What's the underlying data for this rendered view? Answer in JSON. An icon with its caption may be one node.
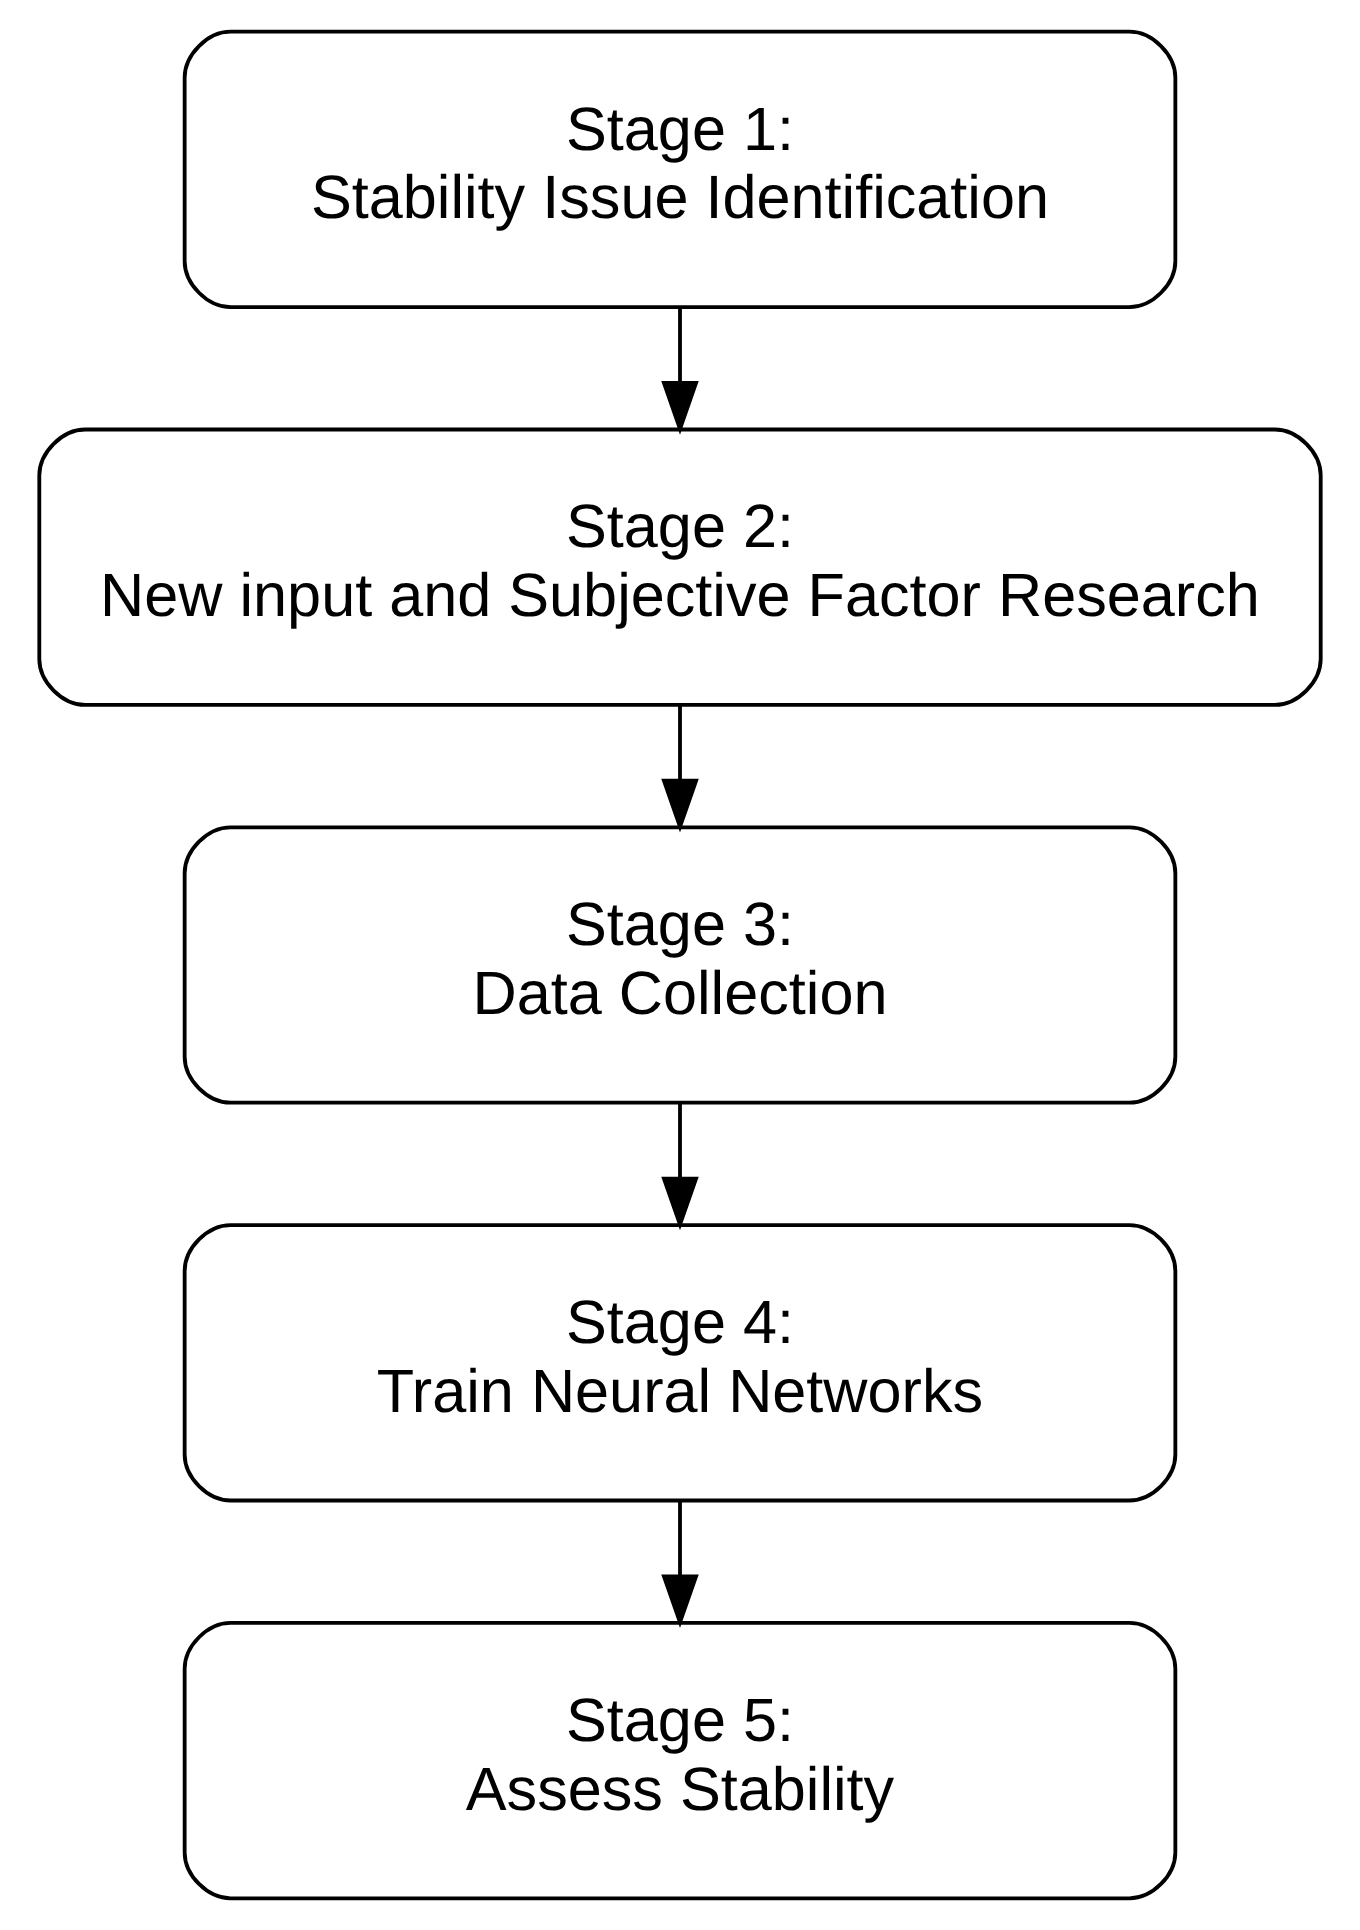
{
  "diagram": {
    "nodes": [
      {
        "text": [
          "Stage 1:",
          "Stability Issue Identification"
        ]
      },
      {
        "text": [
          "Stage 2:",
          "New input and Subjective Factor Research"
        ]
      },
      {
        "text": [
          "Stage 3:",
          "Data Collection"
        ]
      },
      {
        "text": [
          "Stage 4:",
          "Train Neural Networks"
        ]
      },
      {
        "text": [
          "Stage 5:",
          "Assess Stability"
        ]
      }
    ],
    "edges": [
      {
        "from": 0,
        "to": 1,
        "arrow": "to"
      },
      {
        "from": 1,
        "to": 2,
        "arrow": "to"
      },
      {
        "from": 2,
        "to": 3,
        "arrow": "to"
      },
      {
        "from": 3,
        "to": 4,
        "arrow": "to"
      }
    ]
  }
}
